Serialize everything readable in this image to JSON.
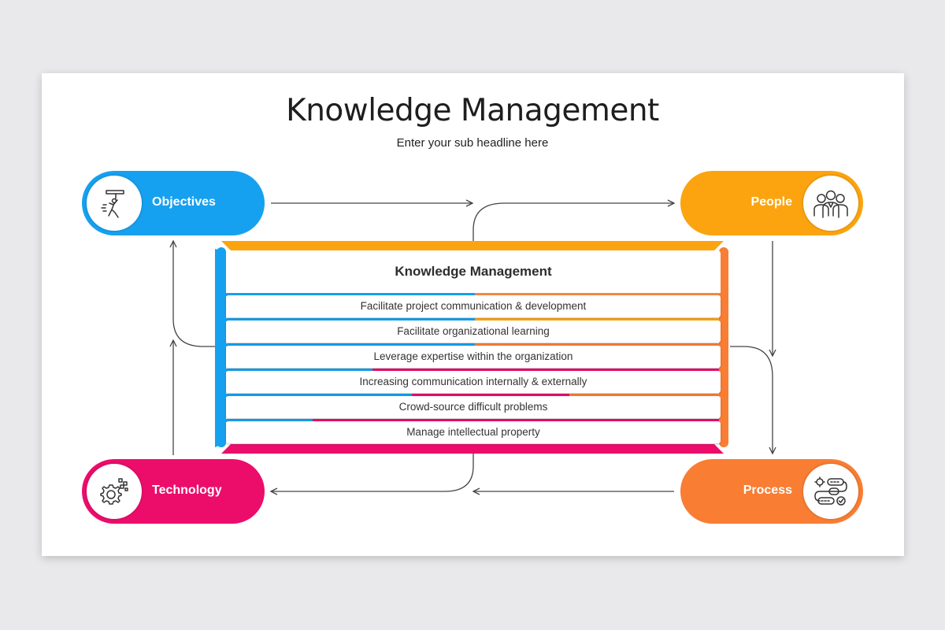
{
  "title": "Knowledge Management",
  "subtitle": "Enter your sub headline here",
  "colors": {
    "objectives": "#16a1f0",
    "people": "#fba40f",
    "technology": "#ec0d6b",
    "process": "#f97d33"
  },
  "nodes": {
    "objectives": {
      "label": "Objectives",
      "icon": "climber-icon"
    },
    "people": {
      "label": "People",
      "icon": "team-icon"
    },
    "technology": {
      "label": "Technology",
      "icon": "gear-tech-icon"
    },
    "process": {
      "label": "Process",
      "icon": "workflow-icon"
    }
  },
  "center": {
    "heading": "Knowledge Management",
    "rows": [
      "Facilitate project communication & development",
      "Facilitate organizational learning",
      "Leverage expertise within the organization",
      "Increasing communication internally & externally",
      "Crowd-source difficult problems",
      "Manage intellectual property"
    ]
  }
}
